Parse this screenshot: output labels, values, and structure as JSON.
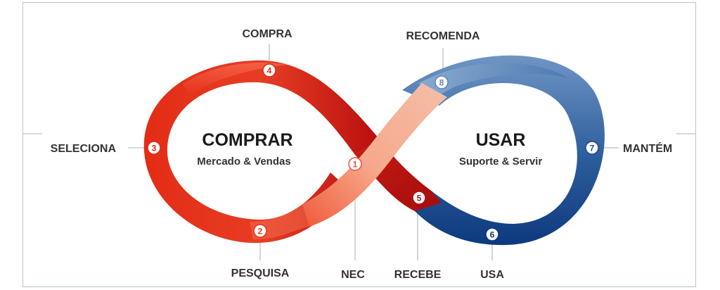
{
  "left_loop": {
    "title": "COMPRAR",
    "subtitle": "Mercado & Vendas"
  },
  "right_loop": {
    "title": "USAR",
    "subtitle": "Suporte & Servir"
  },
  "stages": [
    {
      "number": "1",
      "label": "NEC"
    },
    {
      "number": "2",
      "label": "PESQUISA"
    },
    {
      "number": "3",
      "label": "SELECIONA"
    },
    {
      "number": "4",
      "label": "COMPRA"
    },
    {
      "number": "5",
      "label": "RECEBE"
    },
    {
      "number": "6",
      "label": "USA"
    },
    {
      "number": "7",
      "label": "MANTÉM"
    },
    {
      "number": "8",
      "label": "RECOMENDA"
    }
  ],
  "colors": {
    "red_dark": "#b50f0f",
    "red": "#e63a24",
    "red_light": "#f6a48a",
    "blue_dark": "#0d3a7e",
    "blue": "#2e5f9f",
    "blue_light": "#7fa3c9",
    "label_text": "#333333"
  }
}
